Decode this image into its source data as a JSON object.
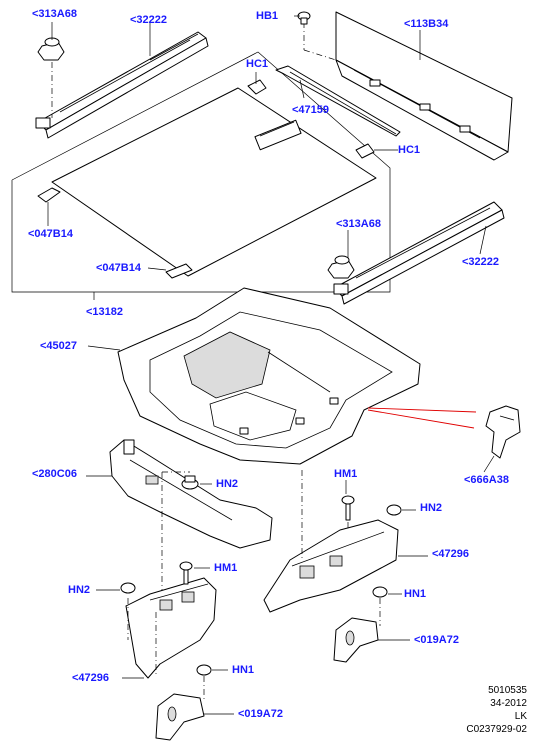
{
  "callouts": {
    "c313a68_top": "<313A68",
    "c32222_top": "<32222",
    "hb1": "HB1",
    "c113b34": "<113B34",
    "hc1_top": "HC1",
    "c47159": "<47159",
    "hc1_right": "HC1",
    "c047b14_left": "<047B14",
    "c313a68_mid": "<313A68",
    "c047b14_mid": "<047B14",
    "c32222_mid": "<32222",
    "c13182": "<13182",
    "c45027": "<45027",
    "c666a38": "<666A38",
    "c280c06": "<280C06",
    "hm1_right": "HM1",
    "hn2_center": "HN2",
    "hn2_right": "HN2",
    "c47296_right": "<47296",
    "hm1_left": "HM1",
    "hn2_left": "HN2",
    "hn1_right": "HN1",
    "c019a72_right": "<019A72",
    "c47296_left": "<47296",
    "hn1_left": "HN1",
    "c019a72_bottom": "<019A72"
  },
  "meta": {
    "ref1": "5010535",
    "ref2": "34-2012",
    "ref3": "LK",
    "ref4": "C0237929-02"
  },
  "colors": {
    "callout_text": "#1a1aff",
    "highlight_lines": "#e00000",
    "line_art": "#000000"
  }
}
